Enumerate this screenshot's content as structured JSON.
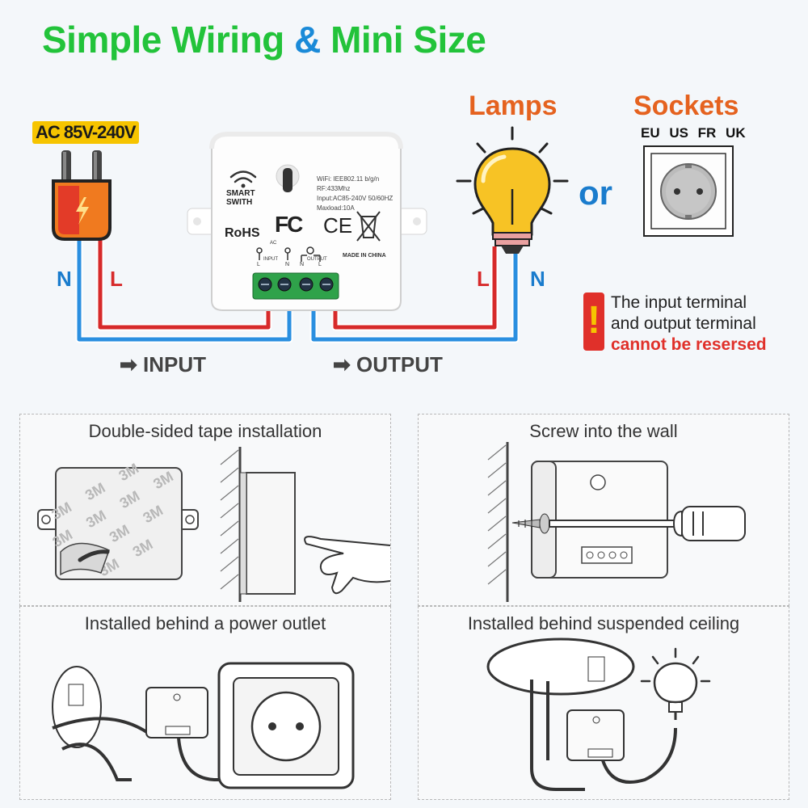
{
  "title": {
    "part1": "Simple Wiring",
    "amp": "&",
    "part2": "Mini Size"
  },
  "power": {
    "label": "AC 85V-240V"
  },
  "wires": {
    "n_left": "N",
    "l_left": "L",
    "l_right": "L",
    "n_right": "N"
  },
  "flow": {
    "input": "INPUT",
    "output": "OUTPUT",
    "arrow": "➡"
  },
  "lamps": {
    "label": "Lamps"
  },
  "or_label": "or",
  "sockets": {
    "label": "Sockets",
    "regions": "EU US FR UK"
  },
  "device": {
    "brand_line1": "SMART",
    "brand_line2": "SWITH",
    "spec1": "WiFi: IEE802.11 b/g/n",
    "spec2": "RF:433Mhz",
    "spec3": "Input:AC85-240V 50/60HZ",
    "spec4": "Maxload:10A",
    "rohs": "RoHS",
    "fc": "FC",
    "ce": "CE",
    "ac": "AC",
    "input": "INPUT",
    "output": "OUTPUT",
    "made_in": "MADE IN CHINA",
    "term_l1": "L",
    "term_n1": "N",
    "term_n2": "N",
    "term_l2": "L"
  },
  "warning": {
    "mark": "!",
    "line1": "The input terminal",
    "line2": "and output terminal",
    "line3": "cannot be resersed"
  },
  "panels": {
    "tape": "Double-sided tape installation",
    "tape_mark": "3M",
    "screw": "Screw into the wall",
    "outlet": "Installed behind a power outlet",
    "ceiling": "Installed behind suspended ceiling"
  },
  "colors": {
    "green": "#22c33a",
    "blue": "#1a8ad8",
    "orange": "#e5621f",
    "red": "#e0302a",
    "wire_red": "#d72a2a",
    "wire_blue": "#2a8fe0"
  }
}
